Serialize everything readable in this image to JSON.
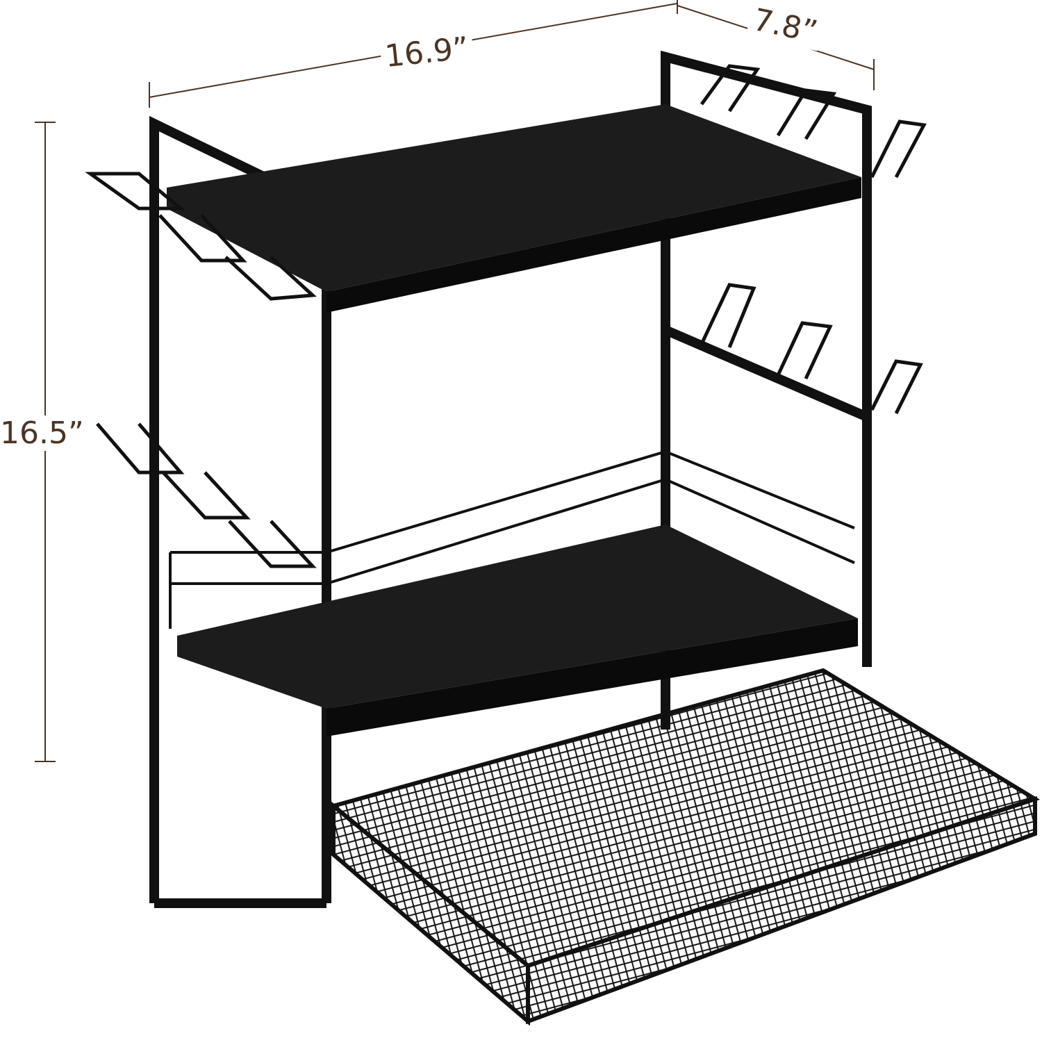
{
  "dimensions": {
    "width": "16.9”",
    "depth": "7.8”",
    "height": "16.5”"
  },
  "colors": {
    "label": "#4a3424",
    "rack": "#111111",
    "shelf": "#1c1c1c"
  }
}
